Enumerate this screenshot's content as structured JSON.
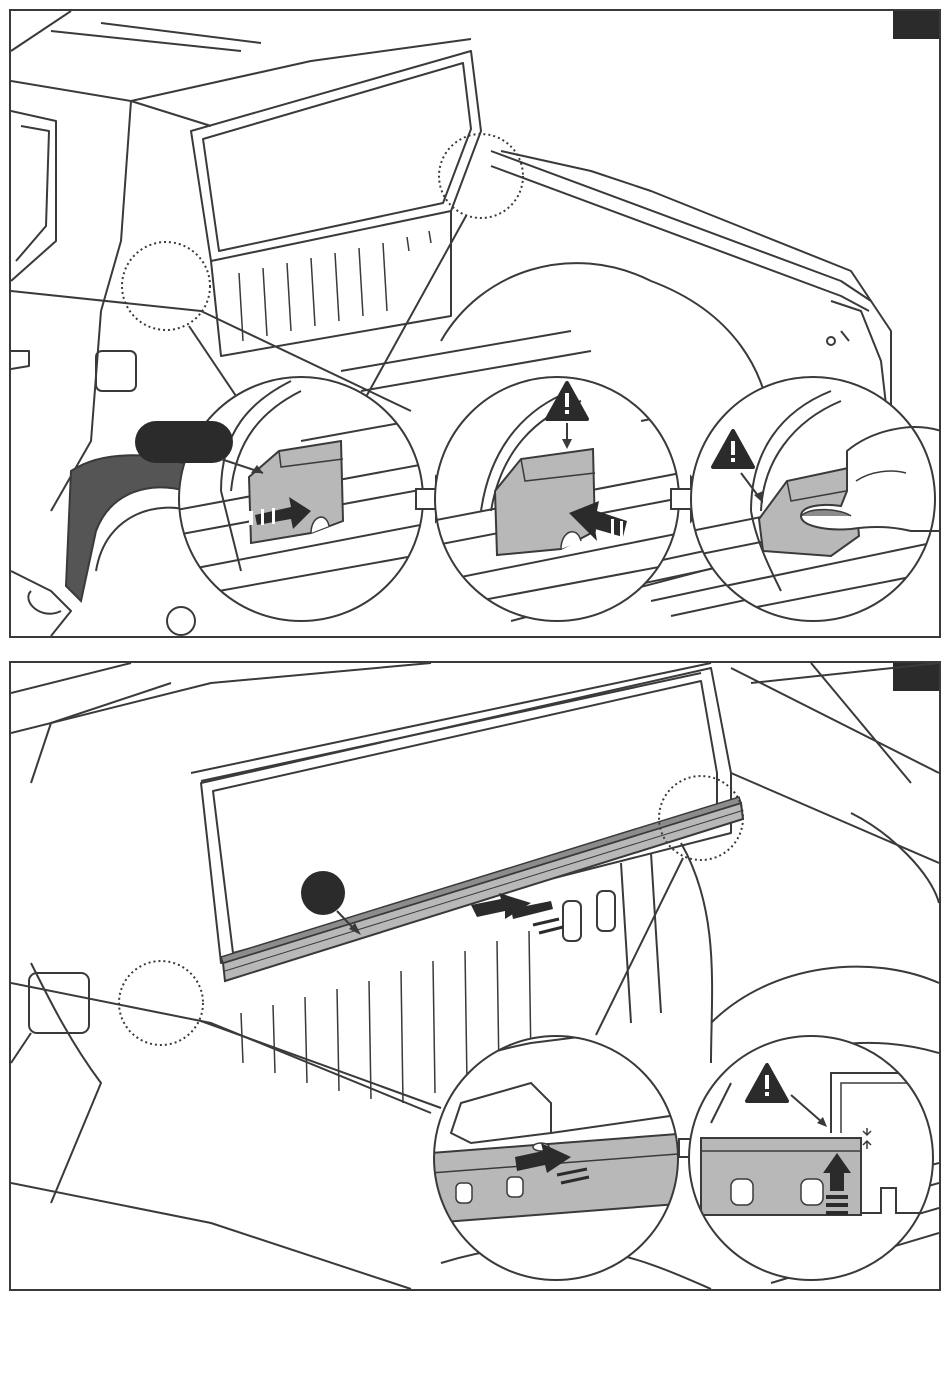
{
  "panels": [
    {
      "id": "step-1",
      "step_tab_color": "#2b2b2b",
      "callouts": [
        "detail-insert-block",
        "detail-push-block",
        "detail-press-block"
      ],
      "badge_color": "#2b2b2b",
      "part_color": "#b8b8b8",
      "warning_icons": 2
    },
    {
      "id": "step-2",
      "step_tab_color": "#2b2b2b",
      "callouts": [
        "detail-slide-rail",
        "detail-align-rail"
      ],
      "badge_color": "#2b2b2b",
      "part_color": "#b8b8b8",
      "warning_icons": 1
    }
  ],
  "colors": {
    "line": "#3a3a3a",
    "dark": "#2b2b2b",
    "part_fill": "#b8b8b8",
    "part_shadow": "#8c8c8c",
    "fender_fill": "#555555"
  }
}
